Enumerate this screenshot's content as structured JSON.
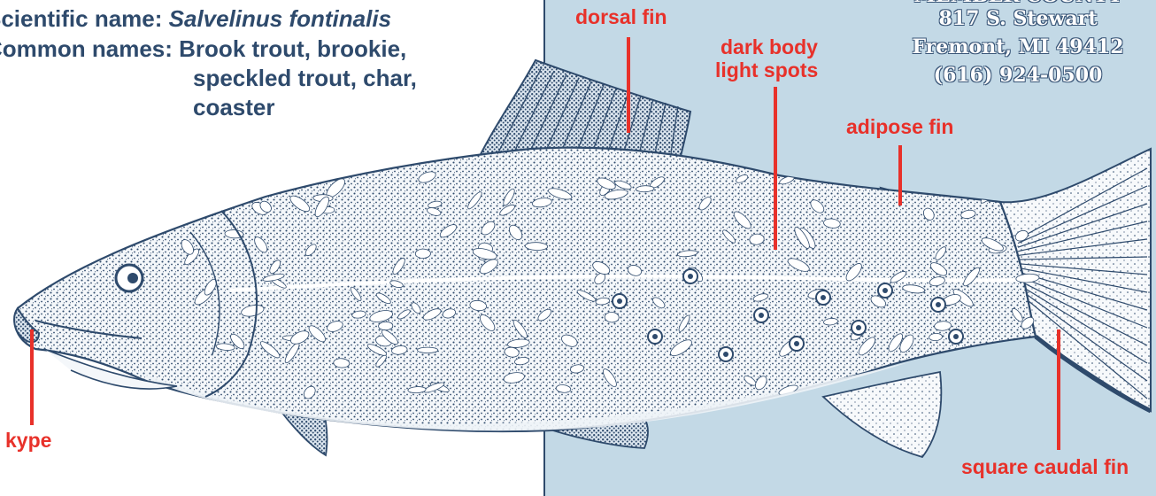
{
  "info": {
    "scientific_label": "Scientific name:",
    "scientific_value": "Salvelinus fontinalis",
    "common_label": "Common names:",
    "common_line1": "Brook trout, brookie,",
    "common_line2": "speckled trout, char,",
    "common_line3": "coaster"
  },
  "labels": {
    "dorsal_fin": "dorsal fin",
    "dark_body_1": "dark body",
    "dark_body_2": "light spots",
    "adipose_fin": "adipose fin",
    "kype": "kype",
    "caudal_fin": "square caudal fin"
  },
  "stamp": {
    "line0": "MEMBER COUNTY",
    "line1": "817 S. Stewart",
    "line2": "Fremont, MI 49412",
    "line3": "(616) 924-0500"
  },
  "colors": {
    "panel": "#c3d9e6",
    "ink": "#2e4a6c",
    "label_red": "#e8312a"
  }
}
